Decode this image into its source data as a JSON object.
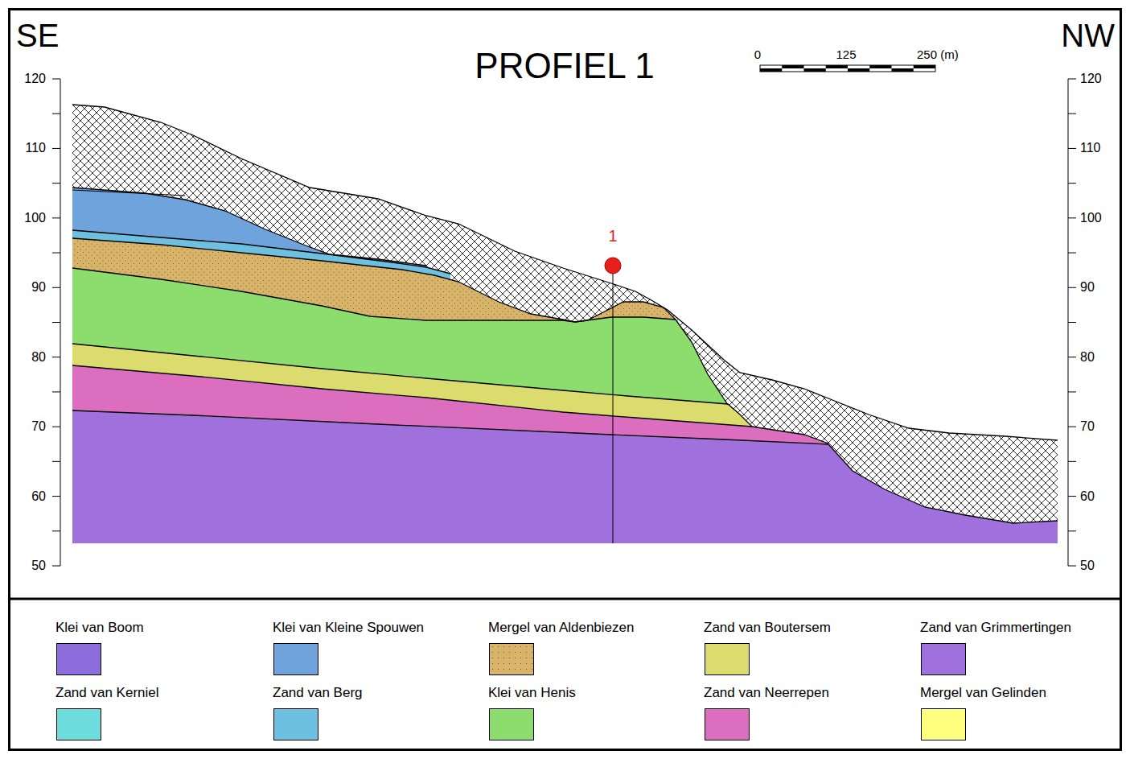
{
  "diagram": {
    "title": "PROFIEL 1",
    "labels": [
      "SE",
      "NW",
      "120",
      "110",
      "100",
      "90",
      "80",
      "70",
      "60",
      "50",
      "120",
      "110",
      "100",
      "90",
      "80",
      "70",
      "60",
      "50",
      "0",
      "125",
      "250 (m)",
      "1"
    ],
    "legend": [
      {
        "text": "Klei van Boom",
        "color": "#8e6ddc"
      },
      {
        "text": "Klei van Kleine Spouwen",
        "color": "#6fa3dc"
      },
      {
        "text": "Mergel van Aldenbiezen",
        "color": "#d8b46a"
      },
      {
        "text": "Zand van Boutersem",
        "color": "#dcdc6e"
      },
      {
        "text": "Zand van Grimmertingen",
        "color": "#a070dc"
      },
      {
        "text": "Zand van Kerniel",
        "color": "#6ddcdc"
      },
      {
        "text": "Zand van Berg",
        "color": "#6ec0e0"
      },
      {
        "text": "Klei van Henis",
        "color": "#8cdc6e"
      },
      {
        "text": "Zand van Neerrepen",
        "color": "#dc6ec0"
      },
      {
        "text": "Mergel van Gelinden",
        "color": "#ffff7f"
      }
    ]
  }
}
